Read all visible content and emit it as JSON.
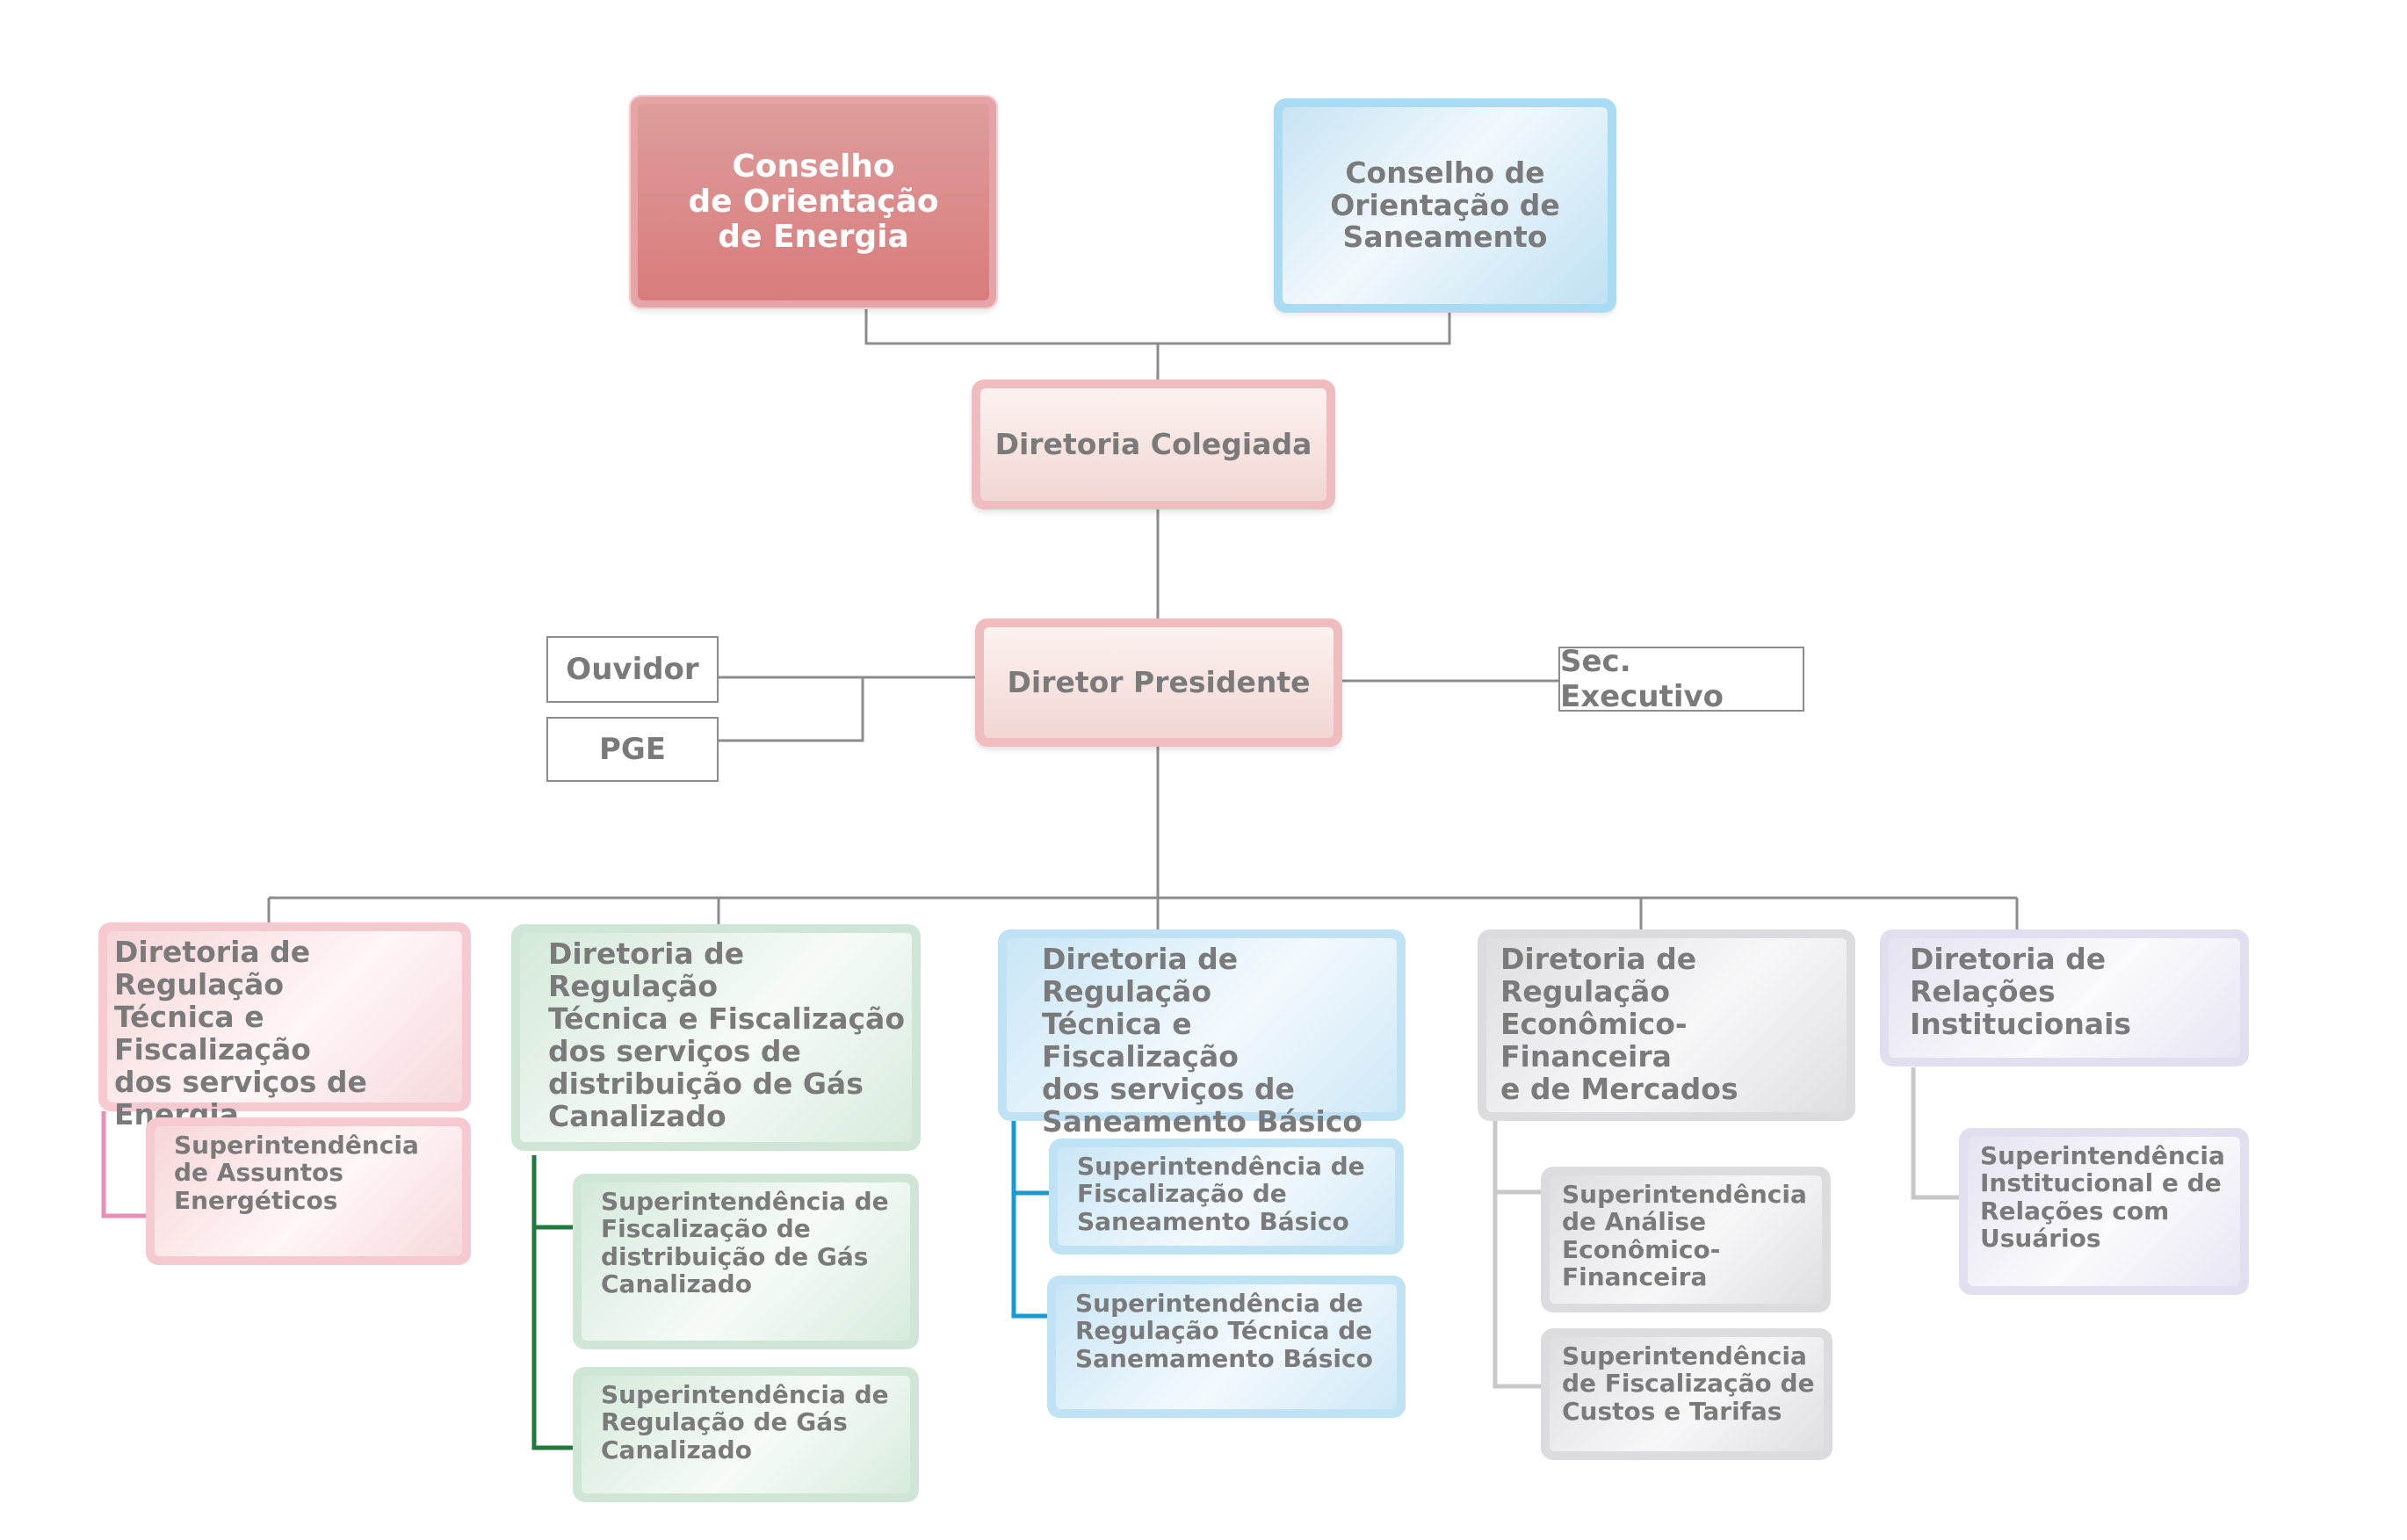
{
  "councils": {
    "energia": "Conselho\nde Orientação\nde Energia",
    "saneamento": "Conselho de\nOrientação de\nSaneamento"
  },
  "colegiada": "Diretoria Colegiada",
  "presidente": "Diretor Presidente",
  "ouvidor": "Ouvidor",
  "pge": "PGE",
  "sec_executivo": "Sec. Executivo",
  "directorates": [
    {
      "label": "Diretoria de Regulação\nTécnica e Fiscalização\ndos serviços de\nEnergia",
      "subs": [
        "Superintendência\nde Assuntos\nEnergéticos"
      ]
    },
    {
      "label": "Diretoria de Regulação\nTécnica e Fiscalização\ndos serviços de\ndistribuição de Gás\nCanalizado",
      "subs": [
        "Superintendência de\nFiscalização de\ndistribuição de Gás\nCanalizado",
        "Superintendência de\nRegulação de Gás\nCanalizado"
      ]
    },
    {
      "label": "Diretoria de Regulação\nTécnica e Fiscalização\ndos serviços de\nSaneamento Básico",
      "subs": [
        "Superintendência de\nFiscalização de\nSaneamento Básico",
        "Superintendência de\nRegulação Técnica de\nSanemamento Básico"
      ]
    },
    {
      "label": "Diretoria de\nRegulação\nEconômico-Financeira\ne de Mercados",
      "subs": [
        "Superintendência\nde Análise\nEconômico-\nFinanceira",
        "Superintendência\nde Fiscalização de\nCustos e Tarifas"
      ]
    },
    {
      "label": "Diretoria de Relações\nInstitucionais",
      "subs": [
        "Superintendência\nInstitucional e de\nRelações  com\nUsuários"
      ]
    }
  ],
  "colors": {
    "connector": "#8c8c8c",
    "energia_branch": "#e88fb8",
    "gas_branch": "#1f7a3c",
    "saneamento_branch": "#1b9ad1",
    "mercados_branch": "#c8c8c8",
    "institucional_branch": "#c8c8c8"
  }
}
